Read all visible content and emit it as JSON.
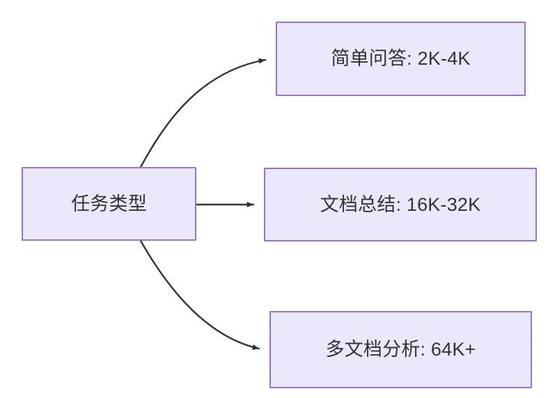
{
  "diagram": {
    "type": "flowchart",
    "direction": "left-to-right",
    "background_color": "#ffffff",
    "node_fill_color": "#eae8fa",
    "node_border_color": "#9673d3",
    "node_text_color": "#333333",
    "edge_color": "#333333",
    "nodes": [
      {
        "id": "root",
        "label": "任务类型"
      },
      {
        "id": "simple_qa",
        "label": "简单问答: 2K-4K"
      },
      {
        "id": "doc_summary",
        "label": "文档总结: 16K-32K"
      },
      {
        "id": "multi_doc",
        "label": "多文档分析: 64K+"
      }
    ],
    "edges": [
      {
        "from": "root",
        "to": "simple_qa",
        "label": "",
        "style": "curved-arrow"
      },
      {
        "from": "root",
        "to": "doc_summary",
        "label": "",
        "style": "straight-arrow"
      },
      {
        "from": "root",
        "to": "multi_doc",
        "label": "",
        "style": "curved-arrow"
      }
    ]
  }
}
